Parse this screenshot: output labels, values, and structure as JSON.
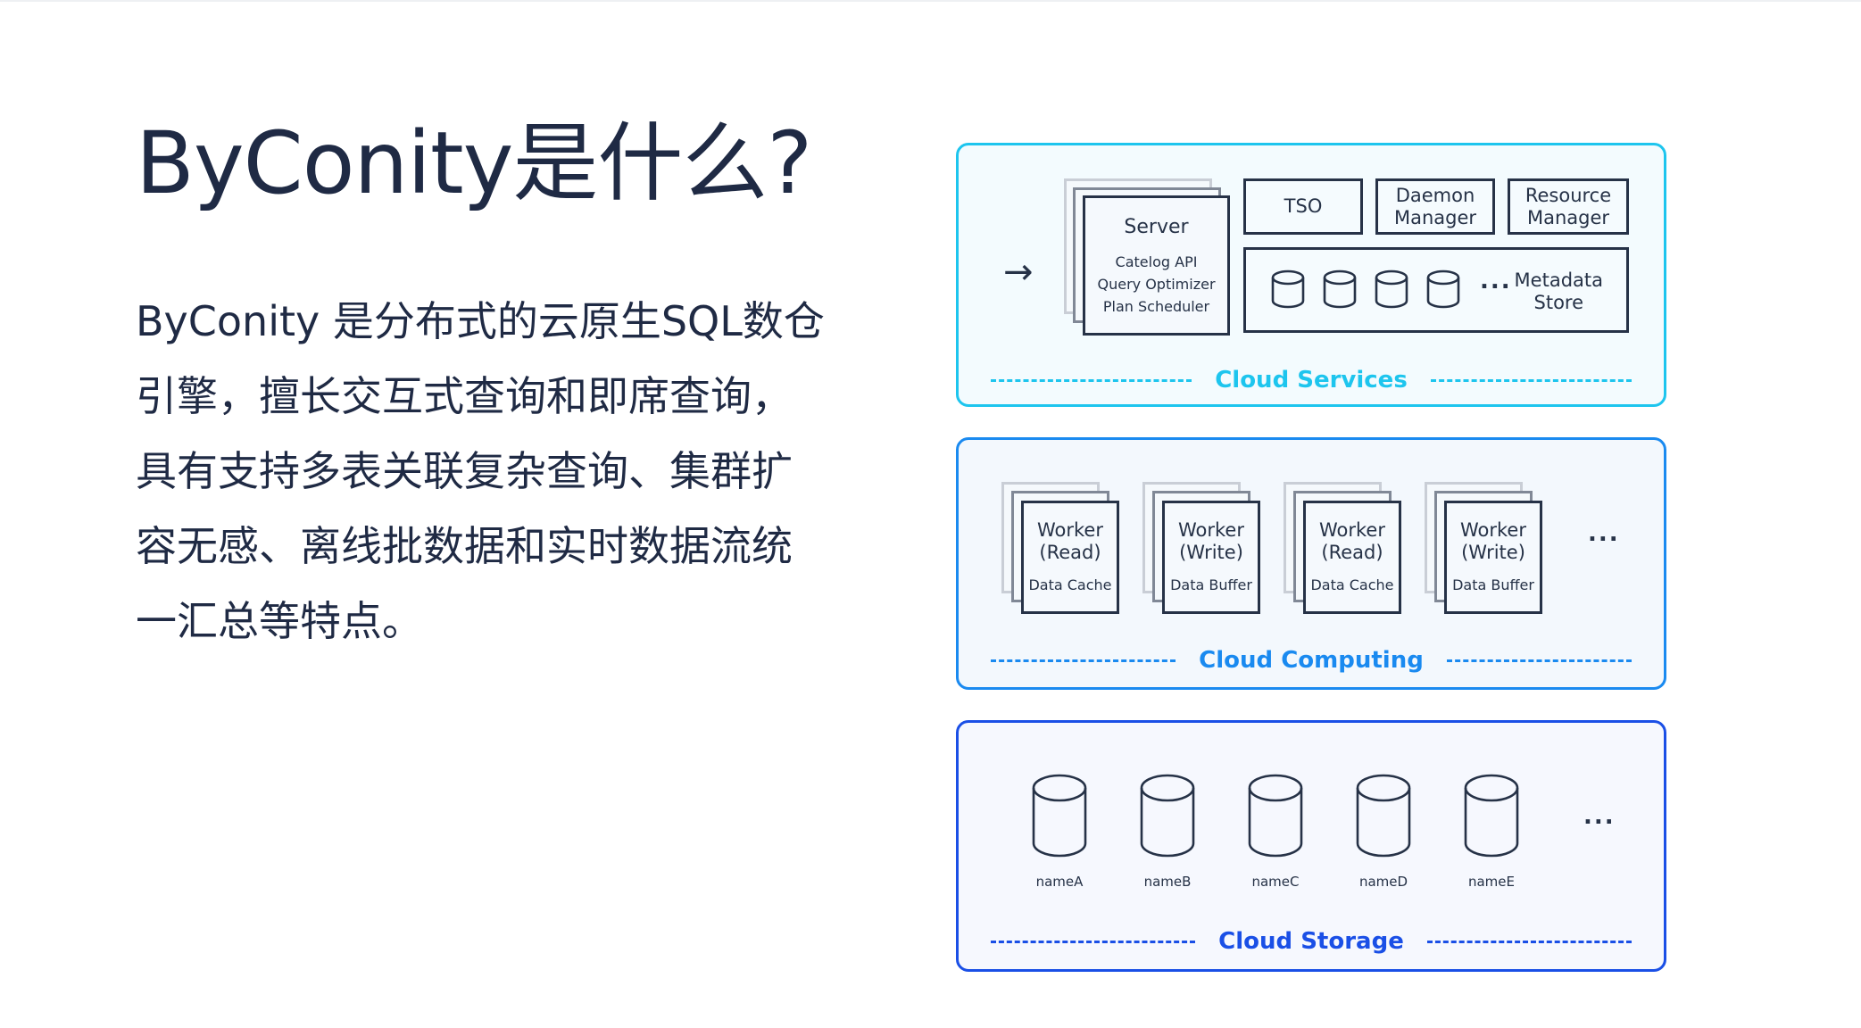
{
  "slide": {
    "title": "ByConity是什么?",
    "description_lines": [
      "ByConity 是分布式的云原生SQL数仓",
      "引擎，擅长交互式查询和即席查询，",
      "具有支持多表关联复杂查询、集群扩",
      "容无感、离线批数据和实时数据流统",
      "一汇总等特点。"
    ]
  },
  "diagram": {
    "colors": {
      "services": "#1dc5ee",
      "computing": "#1a8af0",
      "storage": "#1a4fe6",
      "ink": "#263247"
    },
    "services": {
      "label": "Cloud Services",
      "arrow": "→",
      "server": {
        "title": "Server",
        "components": [
          "Catelog API",
          "Query Optimizer",
          "Plan Scheduler"
        ]
      },
      "boxes": [
        {
          "lines": [
            "TSO"
          ]
        },
        {
          "lines": [
            "Daemon",
            "Manager"
          ]
        },
        {
          "lines": [
            "Resource",
            "Manager"
          ]
        }
      ],
      "metadata_store": {
        "lines": [
          "Metadata",
          "Store"
        ],
        "db_icon_count": 4,
        "ellipsis": "..."
      }
    },
    "computing": {
      "label": "Cloud Computing",
      "workers": [
        {
          "title": "Worker",
          "mode": "(Read)",
          "sub": "Data Cache"
        },
        {
          "title": "Worker",
          "mode": "(Write)",
          "sub": "Data Buffer"
        },
        {
          "title": "Worker",
          "mode": "(Read)",
          "sub": "Data Cache"
        },
        {
          "title": "Worker",
          "mode": "(Write)",
          "sub": "Data Buffer"
        }
      ],
      "ellipsis": "..."
    },
    "storage": {
      "label": "Cloud Storage",
      "items": [
        "nameA",
        "nameB",
        "nameC",
        "nameD",
        "nameE"
      ],
      "ellipsis": "..."
    }
  }
}
